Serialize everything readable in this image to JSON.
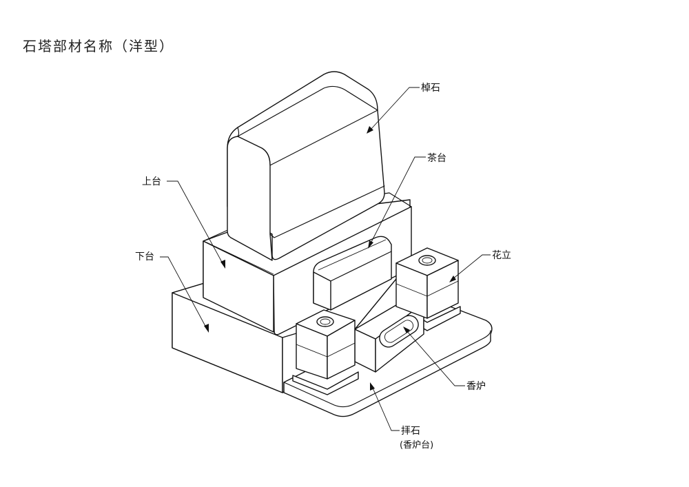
{
  "title": "石塔部材名称（洋型）",
  "labels": {
    "saoishi": "棹石",
    "chadai": "茶台",
    "jodai": "上台",
    "kadai": "下台",
    "hanatate": "花立",
    "koro": "香炉",
    "haiseki": "拝石",
    "haiseki_sub": "(香炉台)"
  }
}
